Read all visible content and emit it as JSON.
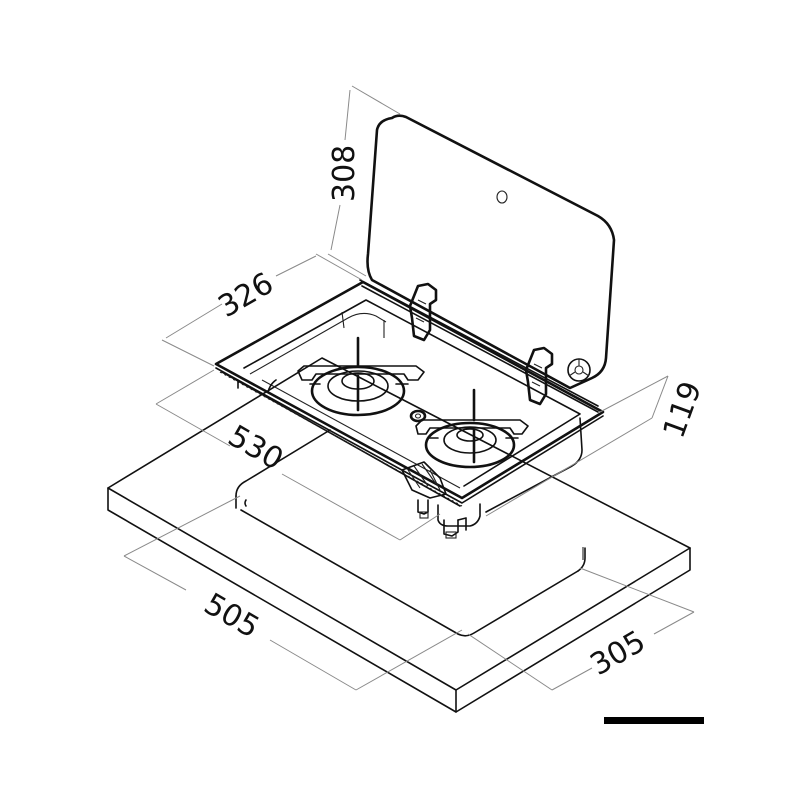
{
  "diagram": {
    "subject": "Two-burner gas hob with hinged glass lid, shown above countertop cut-out",
    "colors": {
      "line": "#111111",
      "dimension_line": "#8a8a8a",
      "background": "#ffffff",
      "scale_bar": "#000000"
    },
    "dimensions": {
      "lid_height": "308",
      "hob_depth": "326",
      "hob_width": "530",
      "hob_height": "119",
      "cutout_width": "505",
      "cutout_depth": "305"
    },
    "parts": [
      "glass-lid",
      "lid-knob-hole",
      "hinge-left",
      "hinge-right",
      "lid-stopper",
      "hob-tray",
      "burner-large",
      "burner-small",
      "igniter",
      "gas-valve",
      "countertop",
      "cutout"
    ],
    "scale_bar": true
  }
}
